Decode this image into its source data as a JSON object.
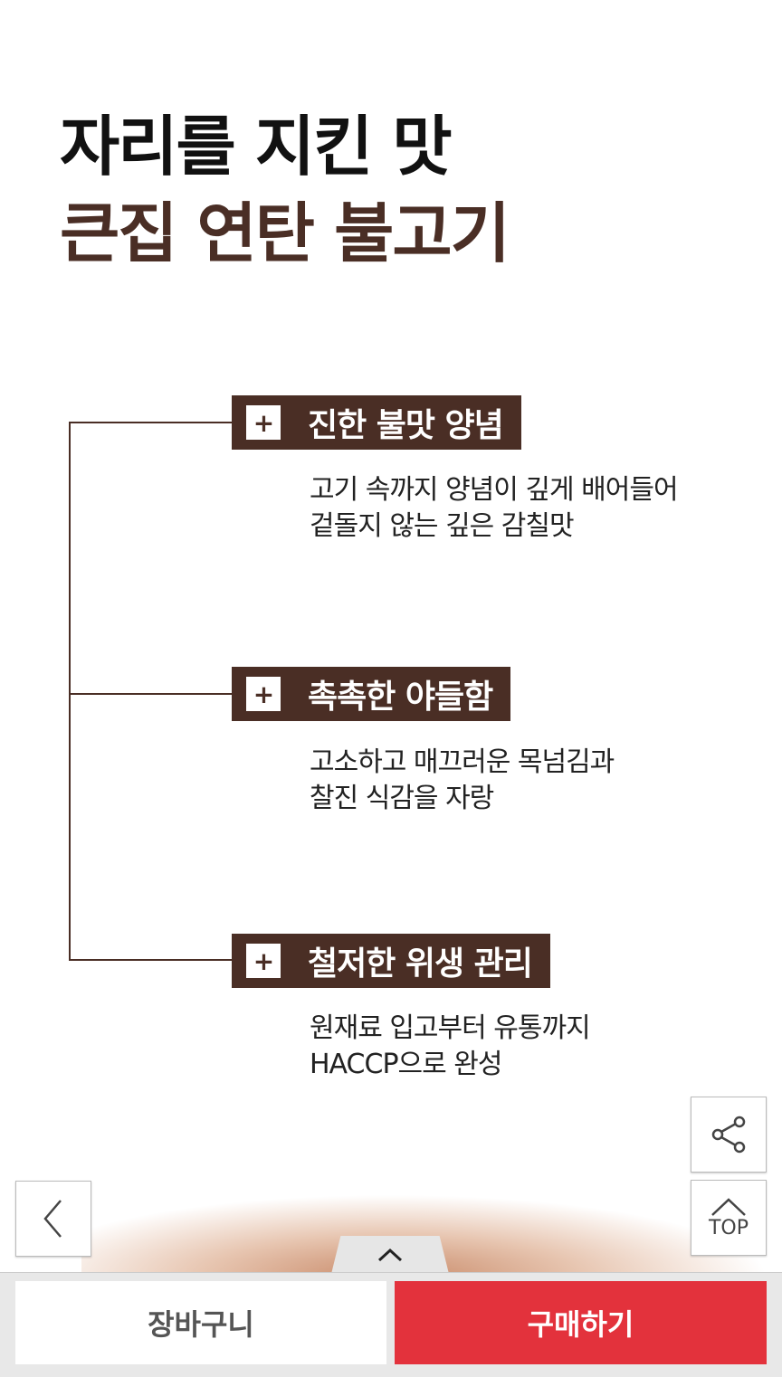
{
  "headline": {
    "line1": "자리를 지킨 맛",
    "line2": "큰집 연탄 불고기"
  },
  "features": [
    {
      "title": "진한 불맛 양념",
      "desc": [
        "고기 속까지 양념이 깊게 배어들어",
        "겉돌지 않는 깊은 감칠맛"
      ]
    },
    {
      "title": "촉촉한 야들함",
      "desc": [
        "고소하고 매끄러운 목넘김과",
        "찰진 식감을 자랑"
      ]
    },
    {
      "title": "철저한 위생 관리",
      "desc": [
        "원재료 입고부터 유통까지",
        "HACCP으로 완성"
      ]
    }
  ],
  "plus_symbol": "+",
  "top_label": "TOP",
  "cart_label": "장바구니",
  "buy_label": "구매하기",
  "colors": {
    "brown": "#4a2e25",
    "buy": "#e3323c"
  }
}
